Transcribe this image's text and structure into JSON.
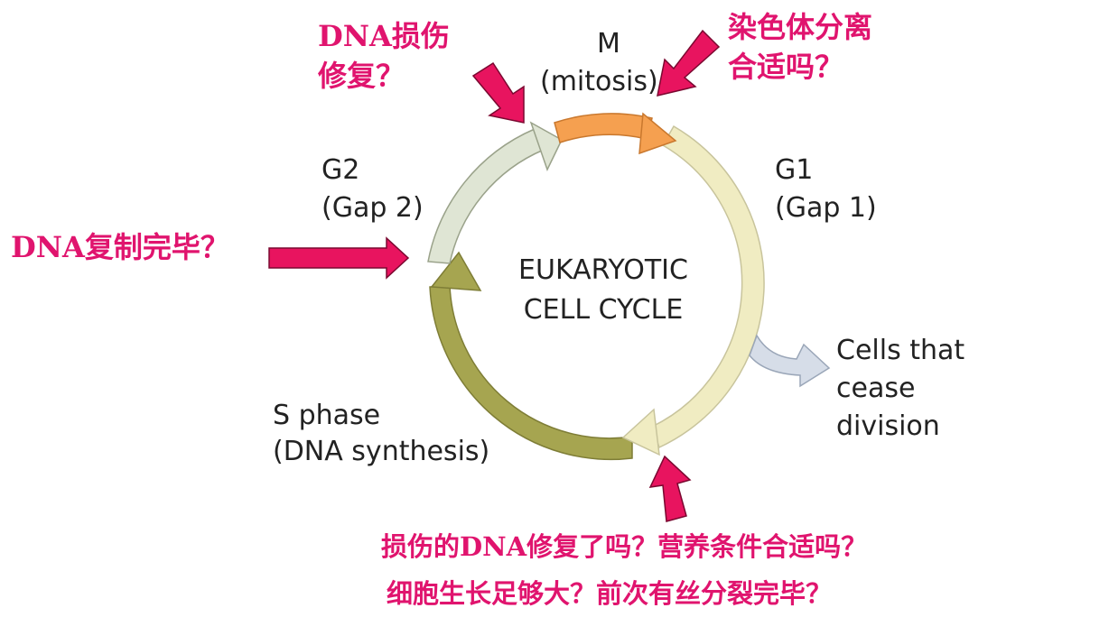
{
  "phases": {
    "m": {
      "line1": "M",
      "line2": "(mitosis)"
    },
    "g1": {
      "line1": "G1",
      "line2": "(Gap 1)"
    },
    "g2": {
      "line1": "G2",
      "line2": "(Gap 2)"
    },
    "s": {
      "line1": "S phase",
      "line2": "(DNA synthesis)"
    },
    "exit": {
      "line1": "Cells that",
      "line2": "cease",
      "line3": "division"
    }
  },
  "center": {
    "line1": "EUKARYOTIC",
    "line2": "CELL CYCLE"
  },
  "annotations": {
    "dna_damage": {
      "line1": "DNA损伤",
      "line2": "修复？"
    },
    "chromosome": {
      "line1": "染色体分离",
      "line2": "合适吗？"
    },
    "dna_replication": {
      "line1": "DNA复制完毕？"
    },
    "g1_checkpoint": {
      "line1": "损伤的DNA修复了吗？营养条件合适吗？",
      "line2": "细胞生长足够大？前次有丝分裂完毕？"
    }
  },
  "colors": {
    "annotation": "#e0146e",
    "arrow_pink": "#e8145f",
    "m_segment": "#f5a050",
    "g1_segment": "#f0ecc2",
    "g2_segment": "#dfe5d4",
    "s_segment": "#a6a550",
    "exit_arrow": "#d6dde8"
  }
}
